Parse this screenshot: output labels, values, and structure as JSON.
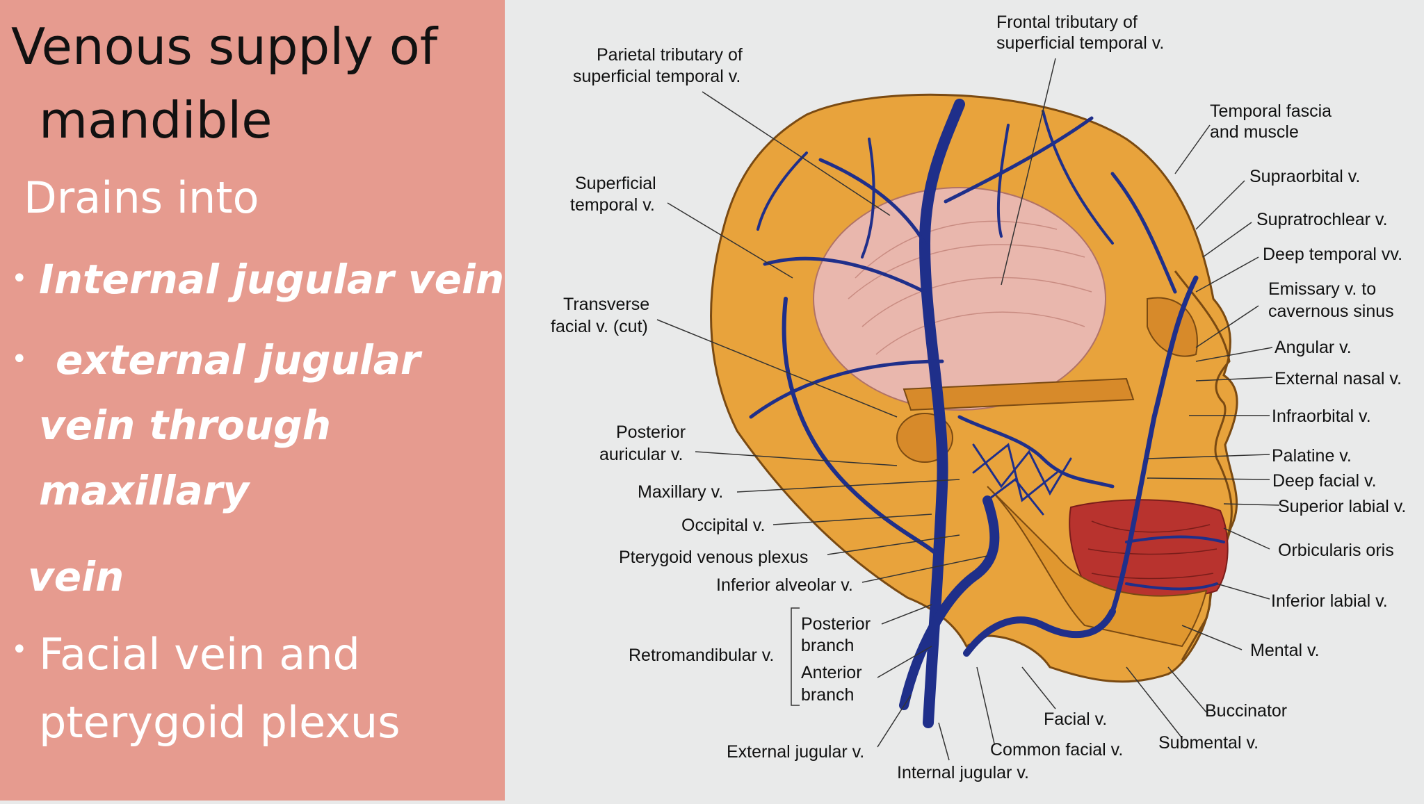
{
  "slide": {
    "title_line1": "Venous supply of",
    "title_line2": "mandible",
    "intro": "Drains into",
    "bullet1": "Internal jugular vein",
    "bullet2_l1": "external jugular",
    "bullet2_l2": "vein through",
    "bullet2_l3": "maxillary",
    "bullet2_l4": "vein",
    "bullet3_l1": "Facial vein and",
    "bullet3_l2": "pterygoid plexus",
    "bullet_glyph": "•"
  },
  "diagram": {
    "labels": {
      "frontal_1": "Frontal tributary of",
      "frontal_2": "superficial temporal v.",
      "parietal_1": "Parietal tributary of",
      "parietal_2": "superficial temporal v.",
      "temporal_fascia_1": "Temporal fascia",
      "temporal_fascia_2": "and muscle",
      "supraorbital": "Supraorbital v.",
      "sup_temporal_1": "Superficial",
      "sup_temporal_2": "temporal v.",
      "supratrochlear": "Supratrochlear v.",
      "deep_temporal": "Deep temporal vv.",
      "emissary_1": "Emissary v. to",
      "emissary_2": "cavernous sinus",
      "transverse_1": "Transverse",
      "transverse_2": "facial v. (cut)",
      "angular": "Angular v.",
      "external_nasal": "External nasal v.",
      "infraorbital": "Infraorbital v.",
      "post_auricular_1": "Posterior",
      "post_auricular_2": "auricular v.",
      "palatine": "Palatine v.",
      "deep_facial": "Deep facial v.",
      "maxillary": "Maxillary v.",
      "superior_labial": "Superior labial v.",
      "occipital": "Occipital v.",
      "orbicularis": "Orbicularis oris",
      "pterygoid": "Pterygoid venous plexus",
      "inferior_alveolar": "Inferior alveolar v.",
      "inferior_labial": "Inferior labial v.",
      "posterior_branch_1": "Posterior",
      "posterior_branch_2": "branch",
      "retromandibular": "Retromandibular v.",
      "anterior_branch_1": "Anterior",
      "anterior_branch_2": "branch",
      "mental": "Mental v.",
      "buccinator": "Buccinator",
      "facial": "Facial v.",
      "submental": "Submental v.",
      "external_jugular": "External jugular v.",
      "common_facial": "Common facial v.",
      "internal_jugular": "Internal jugular v."
    },
    "colors": {
      "skin": "#e8a33c",
      "skin_dark": "#b86d18",
      "vein": "#1f2f8a",
      "muscle": "#e9b7ad",
      "lip_muscle": "#b8332e"
    }
  }
}
